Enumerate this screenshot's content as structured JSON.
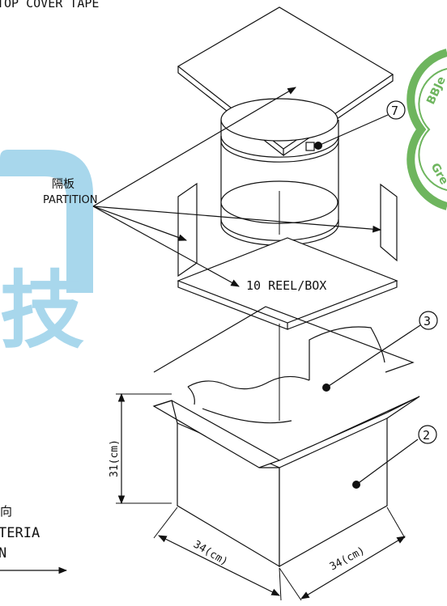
{
  "header": {
    "top_text": "TOP COVER TAPE"
  },
  "partition": {
    "label_zh": "隔板",
    "label_en": "PARTITION"
  },
  "reel": {
    "text": "10 REEL/BOX"
  },
  "callouts": [
    {
      "number": "7"
    },
    {
      "number": "3"
    },
    {
      "number": "2"
    }
  ],
  "dimensions": {
    "height": "31(cm)",
    "length": "34(cm)",
    "width": "34(cm)"
  },
  "direction": {
    "zh": "向",
    "en_line1": "TERIA",
    "en_line2": "N"
  },
  "watermark": {
    "chinese": "技",
    "logo_text_1": "BBJe",
    "logo_text_2": "Gre"
  },
  "colors": {
    "watermark_blue": "#7cc5e3",
    "seal_green": "#5fae4d",
    "line": "#111111"
  }
}
